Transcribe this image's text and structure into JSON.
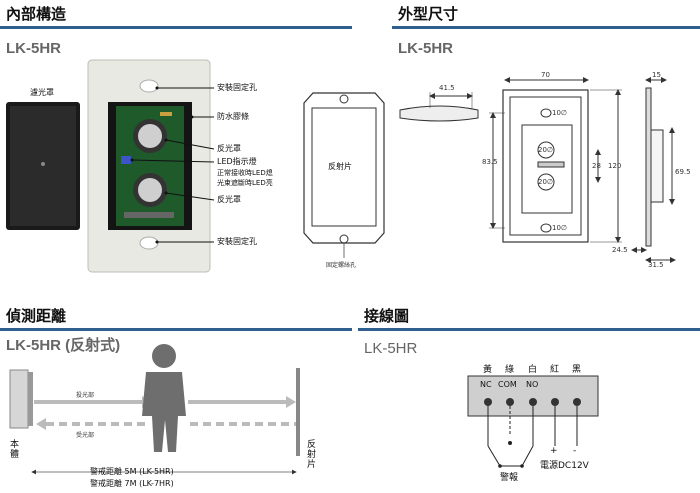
{
  "sections": {
    "internal": {
      "title": "內部構造",
      "model": "LK-5HR"
    },
    "outline": {
      "title": "外型尺寸",
      "model": "LK-5HR"
    },
    "detection": {
      "title": "偵測距離",
      "model": "LK-5HR",
      "mode": "(反射式)"
    },
    "wiring": {
      "title": "接線圖",
      "model": "LK-5HR"
    }
  },
  "internal_labels": {
    "filter_cover": "濾光罩",
    "mount_hole_top": "安裝固定孔",
    "waterproof": "防水膠條",
    "reflector_top": "反光罩",
    "led": "LED指示燈",
    "led_desc_1": "正常接收時LED熄",
    "led_desc_2": "光束遮斷時LED亮",
    "reflector_bottom": "反光罩",
    "mount_hole_bottom": "安裝固定孔"
  },
  "reflector_plate": {
    "label": "反射片",
    "hole_label": "固定螺絲孔"
  },
  "dimensions": {
    "d41_5": "41.5",
    "d70": "70",
    "d15": "15",
    "d83_5": "83.5",
    "d28": "28",
    "d120": "120",
    "d69_5": "69.5",
    "d24_5": "24.5",
    "d31_5": "31.5",
    "hole_top": "10∅",
    "hole_bottom": "10∅",
    "lens_top": "20∅",
    "lens_bottom": "20∅"
  },
  "detection_diagram": {
    "emit": "投光部",
    "receive": "受光部",
    "body": "本體",
    "reflector": "反射片",
    "range_1": "警戒距離 5M (LK-5HR)",
    "range_2": "警戒距離 7M (LK-7HR)"
  },
  "wiring_diagram": {
    "colors": [
      "黃",
      "綠",
      "白",
      "紅",
      "黑"
    ],
    "terminals": [
      "NC",
      "COM",
      "NO"
    ],
    "alarm": "警報",
    "power": "電源DC12V",
    "plus": "+",
    "minus": "-"
  }
}
